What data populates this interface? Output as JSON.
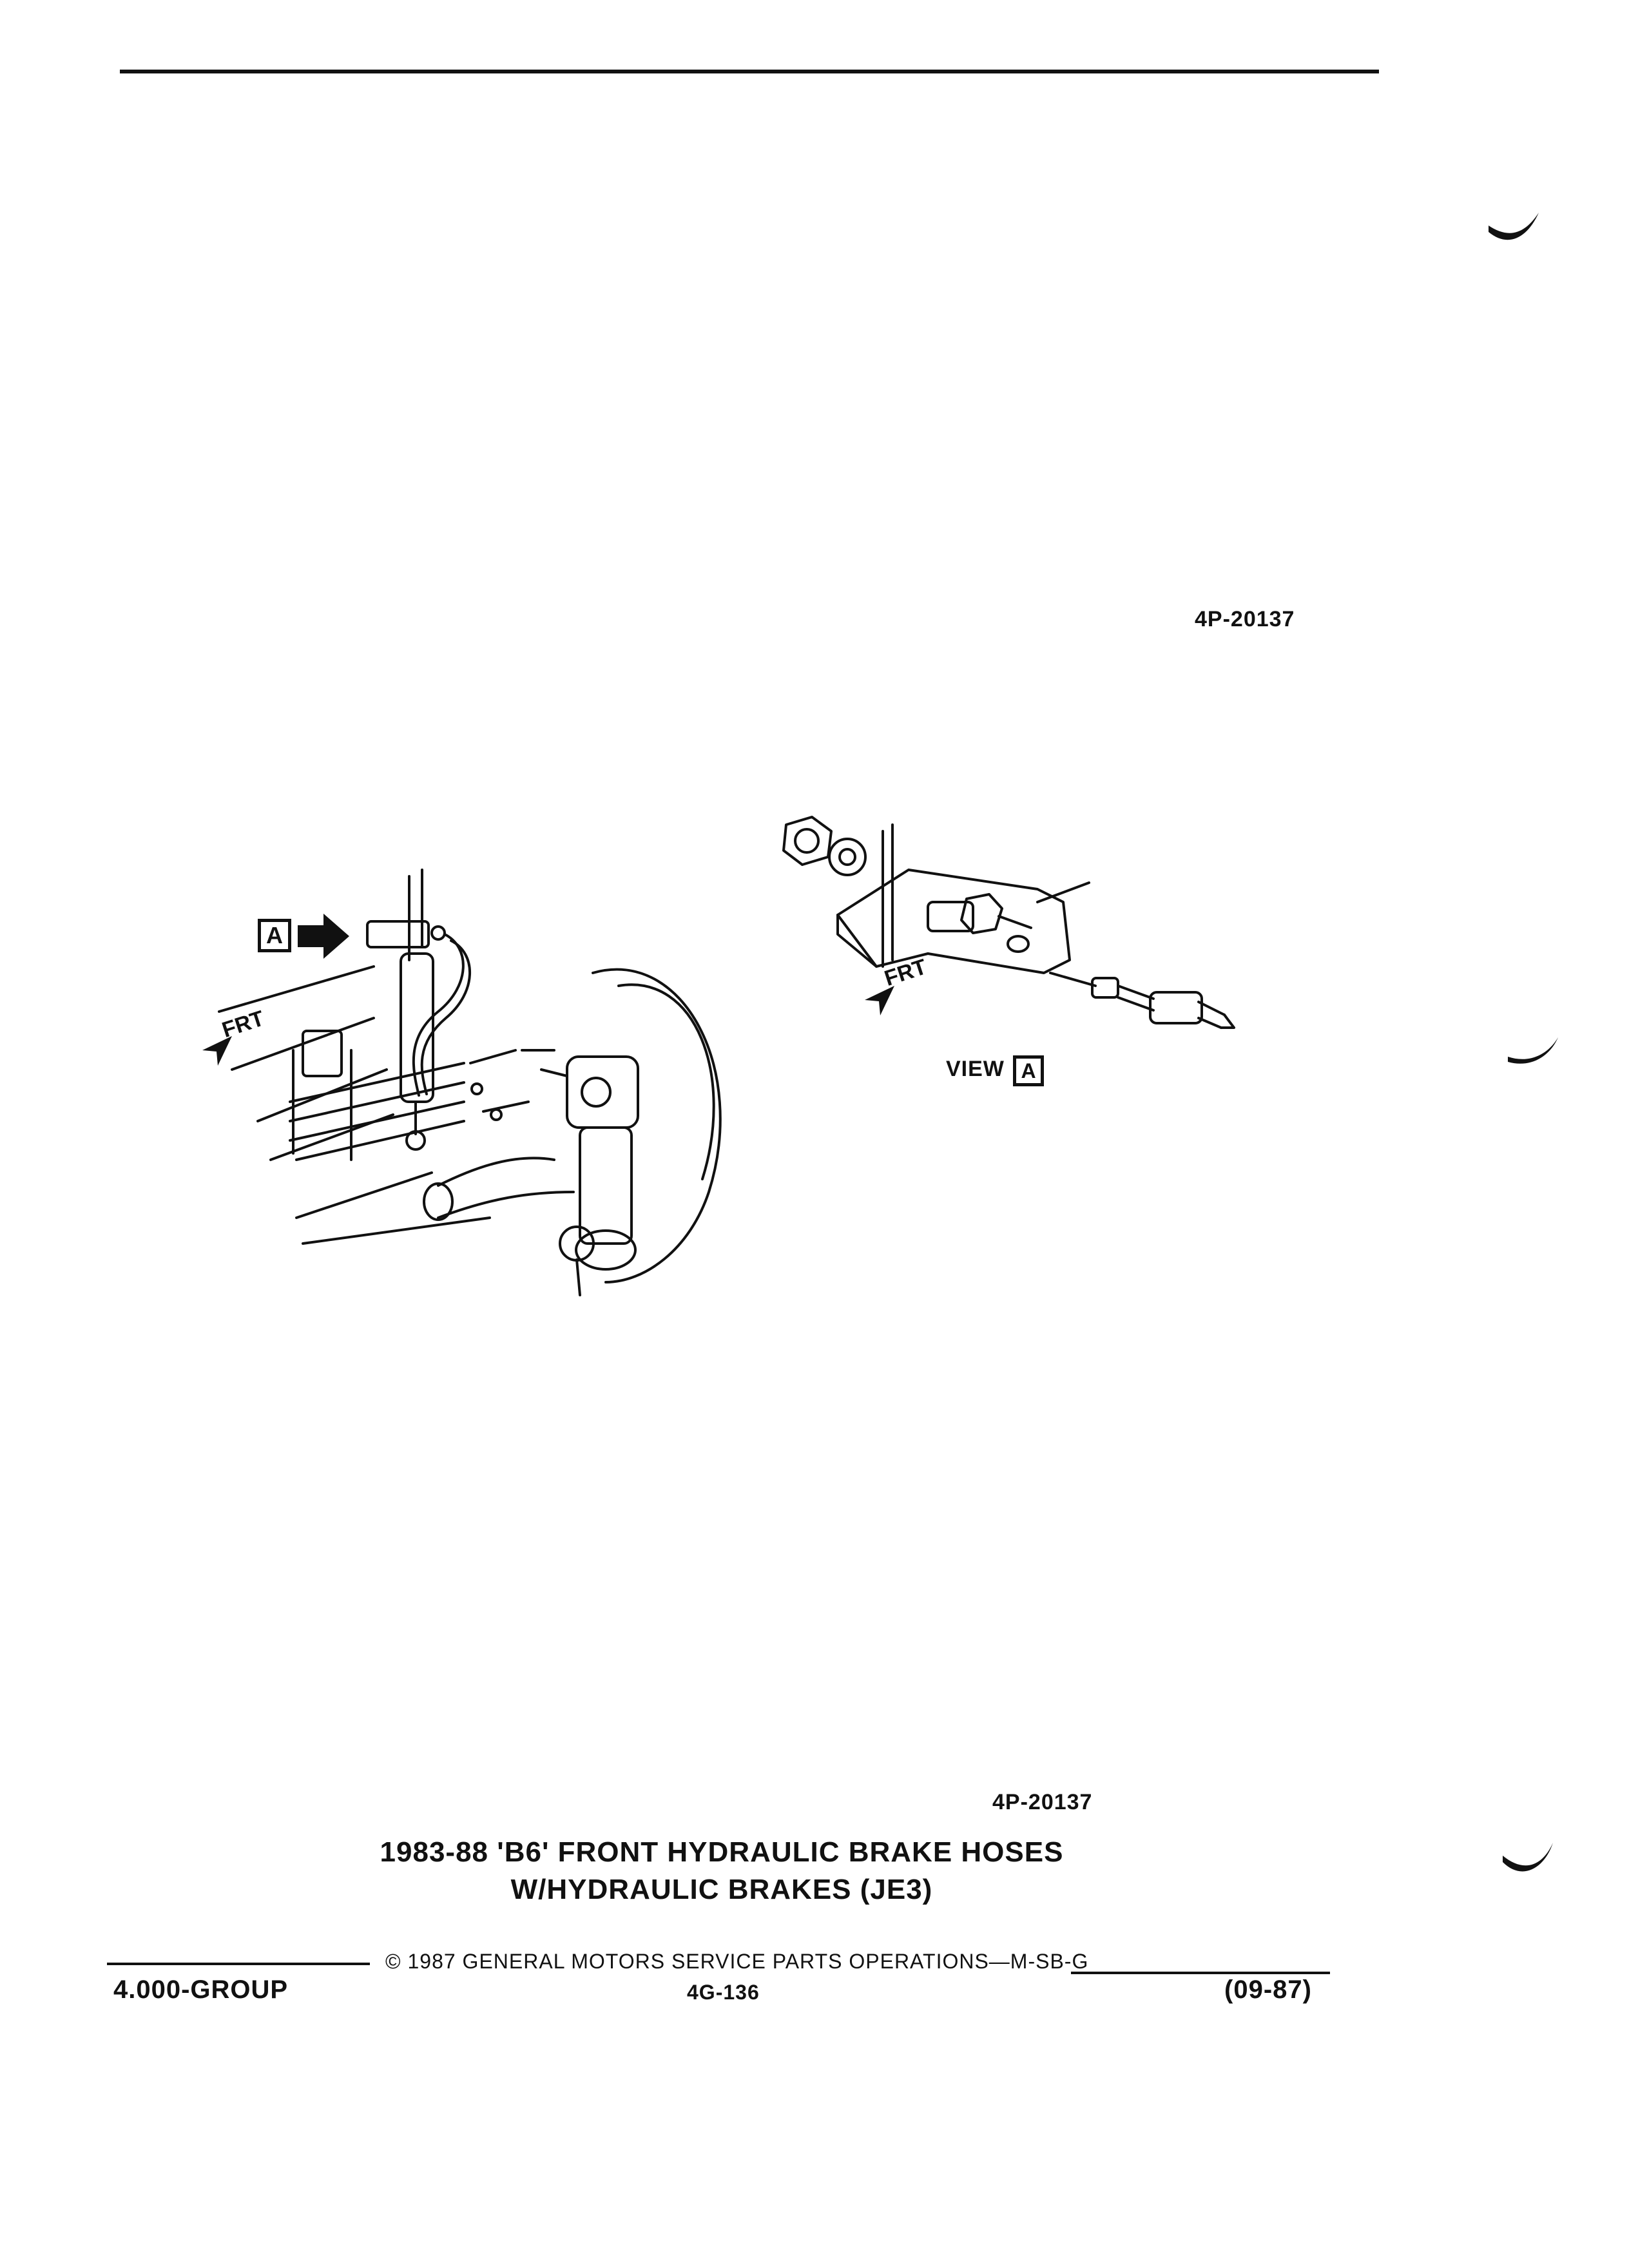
{
  "figure_ref_top": "4P-20137",
  "figure_ref_bottom": "4P-20137",
  "callouts": {
    "view_marker": "A",
    "front_left": "FRT",
    "front_right": "FRT",
    "view_word": "VIEW",
    "view_letter": "A"
  },
  "caption": {
    "line1": "1983-88 'B6' FRONT HYDRAULIC BRAKE HOSES",
    "line2": "W/HYDRAULIC BRAKES (JE3)"
  },
  "footer": {
    "copyright": "© 1987 GENERAL MOTORS SERVICE PARTS OPERATIONS—M-SB-G",
    "group": "4.000-GROUP",
    "page": "4G-136",
    "date": "(09-87)"
  }
}
